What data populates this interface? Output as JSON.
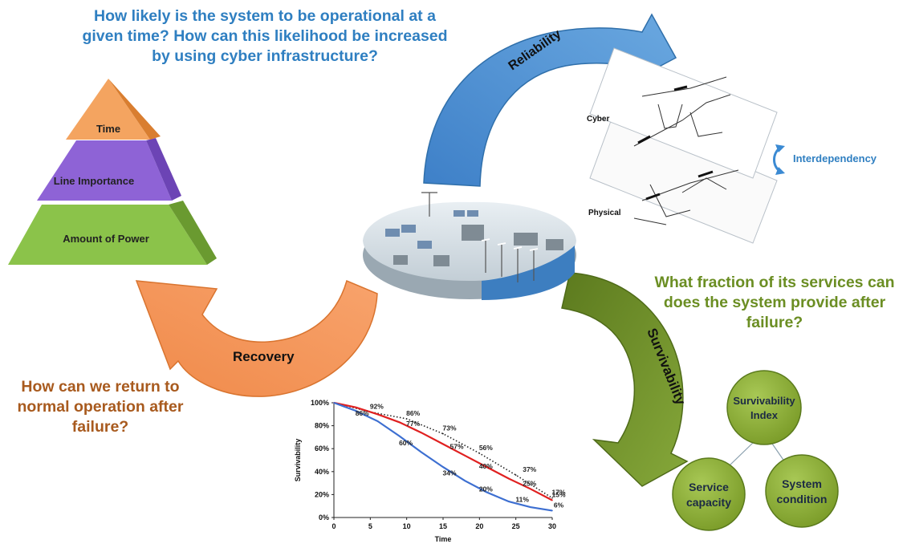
{
  "questions": {
    "reliability": "How likely is the system to be operational at a given time? How can this likelihood be increased by using cyber infrastructure?",
    "survivability": "What fraction of its services can does the system provide after failure?",
    "recovery": "How can we return to normal operation after failure?"
  },
  "arrows": {
    "reliability": "Reliability",
    "survivability": "Survivability",
    "recovery": "Recovery"
  },
  "pyramid": {
    "top": "Time",
    "middle": "Line Importance",
    "bottom": "Amount of Power"
  },
  "layers": {
    "cyber": "Cyber",
    "physical": "Physical",
    "interdependency": "Interdependency"
  },
  "tree": {
    "root": [
      "Survivability",
      "Index"
    ],
    "left": [
      "Service",
      "capacity"
    ],
    "right": [
      "System",
      "condition"
    ]
  },
  "colors": {
    "reliability": "#5b9bd5",
    "survivability": "#70892a",
    "recovery": "#f4975c",
    "pyramid_top": "#f4a460",
    "pyramid_mid": "#8e63d6",
    "pyramid_bottom": "#8bc34a",
    "circle_fill": "#8fb33a"
  },
  "chart_data": {
    "type": "line",
    "xlabel": "Time",
    "ylabel": "Survivability",
    "x_ticks": [
      "0",
      "5",
      "10",
      "15",
      "20",
      "25",
      "30"
    ],
    "y_ticks": [
      "0%",
      "20%",
      "40%",
      "60%",
      "80%",
      "100%"
    ],
    "xlim": [
      0,
      30
    ],
    "ylim": [
      0,
      100
    ],
    "series": [
      {
        "style": "dotted",
        "color": "#222222",
        "points": [
          [
            0,
            100
          ],
          [
            5,
            92
          ],
          [
            10,
            86
          ],
          [
            15,
            73
          ],
          [
            20,
            56
          ],
          [
            25,
            37
          ],
          [
            30,
            17
          ]
        ],
        "labels": [
          {
            "x": 5,
            "y": 92,
            "text": "92%"
          },
          {
            "x": 10,
            "y": 86,
            "text": "86%"
          },
          {
            "x": 15,
            "y": 73,
            "text": "73%"
          },
          {
            "x": 20,
            "y": 56,
            "text": "56%"
          },
          {
            "x": 26,
            "y": 37,
            "text": "37%"
          },
          {
            "x": 30,
            "y": 17,
            "text": "17%"
          }
        ]
      },
      {
        "style": "solid",
        "color": "#e02020",
        "points": [
          [
            0,
            100
          ],
          [
            3,
            96
          ],
          [
            6,
            90
          ],
          [
            9,
            83
          ],
          [
            12,
            74
          ],
          [
            15,
            64
          ],
          [
            18,
            54
          ],
          [
            21,
            44
          ],
          [
            24,
            34
          ],
          [
            27,
            25
          ],
          [
            30,
            15
          ]
        ],
        "labels": [
          {
            "x": 10,
            "y": 77,
            "text": "77%"
          },
          {
            "x": 16,
            "y": 57,
            "text": "57%"
          },
          {
            "x": 20,
            "y": 40,
            "text": "40%"
          },
          {
            "x": 26,
            "y": 25,
            "text": "25%"
          },
          {
            "x": 30,
            "y": 15,
            "text": "15%"
          }
        ]
      },
      {
        "style": "solid",
        "color": "#3d6fd1",
        "points": [
          [
            0,
            100
          ],
          [
            3,
            93
          ],
          [
            6,
            84
          ],
          [
            9,
            71
          ],
          [
            12,
            57
          ],
          [
            15,
            44
          ],
          [
            18,
            32
          ],
          [
            21,
            22
          ],
          [
            24,
            14
          ],
          [
            27,
            9
          ],
          [
            30,
            6
          ]
        ],
        "labels": [
          {
            "x": 3,
            "y": 86,
            "text": "86%"
          },
          {
            "x": 9,
            "y": 60,
            "text": "60%"
          },
          {
            "x": 15,
            "y": 34,
            "text": "34%"
          },
          {
            "x": 20,
            "y": 20,
            "text": "20%"
          },
          {
            "x": 25,
            "y": 11,
            "text": "11%"
          },
          {
            "x": 30,
            "y": 6,
            "text": "6%"
          }
        ]
      }
    ]
  }
}
